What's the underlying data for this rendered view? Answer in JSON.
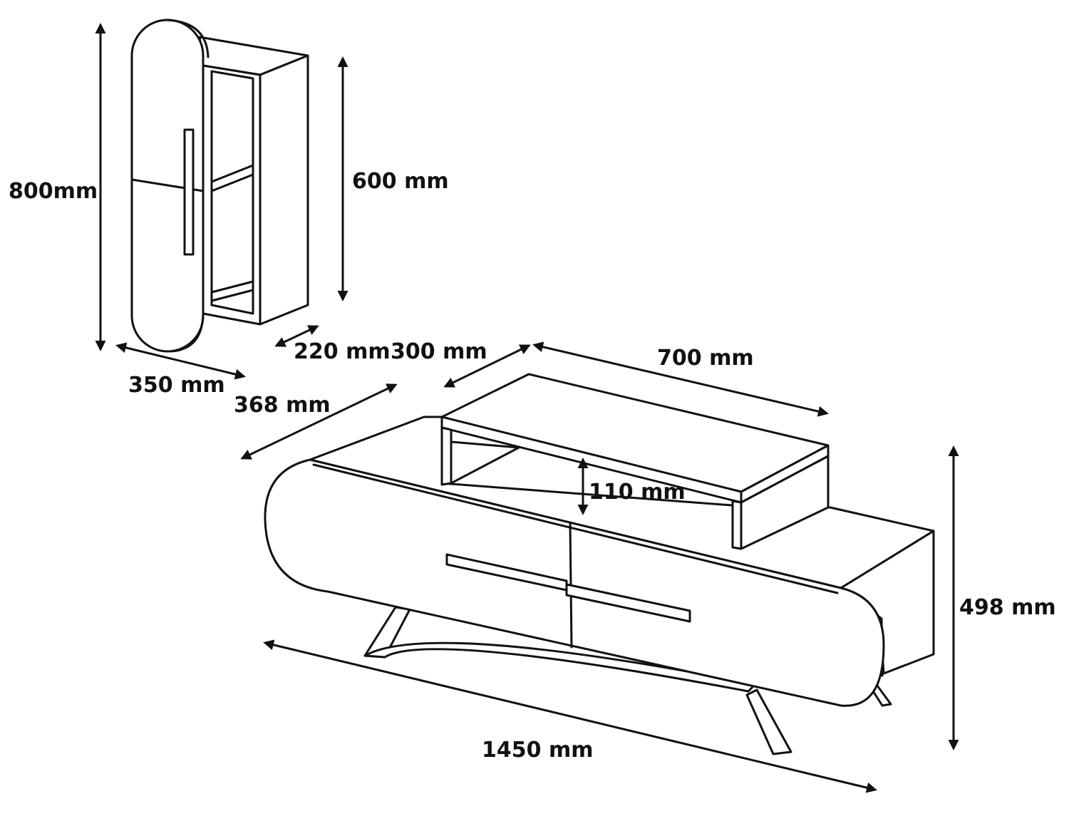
{
  "dimensions": {
    "wall_cabinet_height": "800mm",
    "wall_cabinet_inner_height": "600 mm",
    "wall_cabinet_width": "350 mm",
    "wall_cabinet_shelf_depth": "220 mm",
    "top_shelf_depth": "300 mm",
    "top_shelf_width": "700 mm",
    "tv_unit_depth": "368 mm",
    "top_shelf_height": "110 mm",
    "tv_unit_height": "498 mm",
    "tv_unit_width": "1450 mm"
  },
  "colors": {
    "line": "#111111",
    "background": "#ffffff"
  }
}
